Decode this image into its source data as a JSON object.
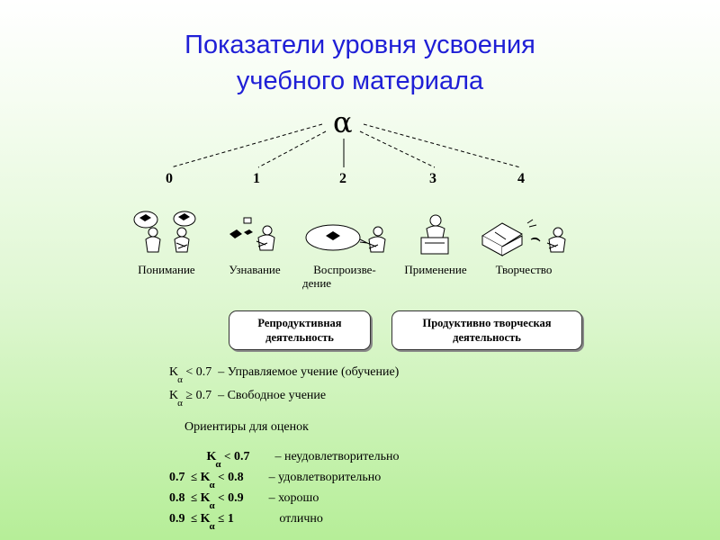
{
  "title": {
    "line1": "Показатели уровня усвоения",
    "line2": "учебного материала"
  },
  "diagram": {
    "root_symbol": "α",
    "levels": [
      {
        "number": "0",
        "label": "Понимание"
      },
      {
        "number": "1",
        "label": "Узнавание"
      },
      {
        "number": "2",
        "label_line1": "Воспроизве-",
        "label_line2": "дение"
      },
      {
        "number": "3",
        "label": "Применение"
      },
      {
        "number": "4",
        "label": "Творчество"
      }
    ],
    "groups": [
      {
        "line1": "Репродуктивная",
        "line2": "деятельность"
      },
      {
        "line1": "Продуктивно творческая",
        "line2": "деятельность"
      }
    ]
  },
  "formulas": {
    "k": "K",
    "alpha": "α",
    "learning": [
      {
        "op": "<",
        "value": "0.7",
        "dash": "–",
        "text": "Управляемое учение (обучение)"
      },
      {
        "op": "≥",
        "value": "0.7",
        "dash": "–",
        "text": "Свободное учение"
      }
    ],
    "guide_heading": "Ориентиры для оценок",
    "grades": [
      {
        "left": "",
        "op": "<",
        "right": "0.7",
        "dash": "–",
        "text": "неудовлетворительно"
      },
      {
        "left": "0.7",
        "lop": "≤",
        "op": "<",
        "right": "0.8",
        "dash": "–",
        "text": "удовлетворительно"
      },
      {
        "left": "0.8",
        "lop": "≤",
        "op": "<",
        "right": "0.9",
        "dash": "–",
        "text": "хорошо"
      },
      {
        "left": "0.9",
        "lop": "≤",
        "op": "≤",
        "right": "1",
        "dash": "",
        "text": "отлично"
      }
    ]
  }
}
